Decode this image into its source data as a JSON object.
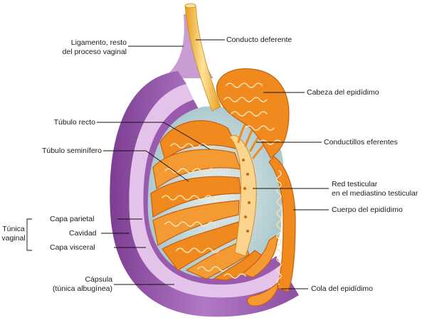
{
  "labels": {
    "ligamento_line1": "Ligamento, resto",
    "ligamento_line2": "del proceso vaginal",
    "tubulo_recto": "Túbulo recto",
    "tubulo_seminifero": "Túbulo seminífero",
    "tunica_vaginal_line1": "Túnica",
    "tunica_vaginal_line2": "vaginal",
    "capa_parietal": "Capa parietal",
    "cavidad": "Cavidad",
    "capa_visceral": "Capa visceral",
    "capsula_line1": "Cápsula",
    "capsula_line2": "(túnica albugínea)",
    "conducto_deferente": "Conducto deferente",
    "cabeza_epididimo": "Cabeza del epidídimo",
    "conductillos_eferentes": "Conductillos eferentes",
    "red_testicular_line1": "Red testicular",
    "red_testicular_line2": "en el mediastino testicular",
    "cuerpo_epididimo": "Cuerpo del epidídimo",
    "cola_epididimo": "Cola del epidídimo"
  },
  "colors": {
    "tunica_purple": "#a66ab8",
    "tunica_light": "#d9b2e0",
    "capsule_blue": "#c9dde0",
    "tubule_orange": "#f08a1e",
    "tubule_light": "#fbd58e",
    "duct_yellow": "#f7b733"
  }
}
